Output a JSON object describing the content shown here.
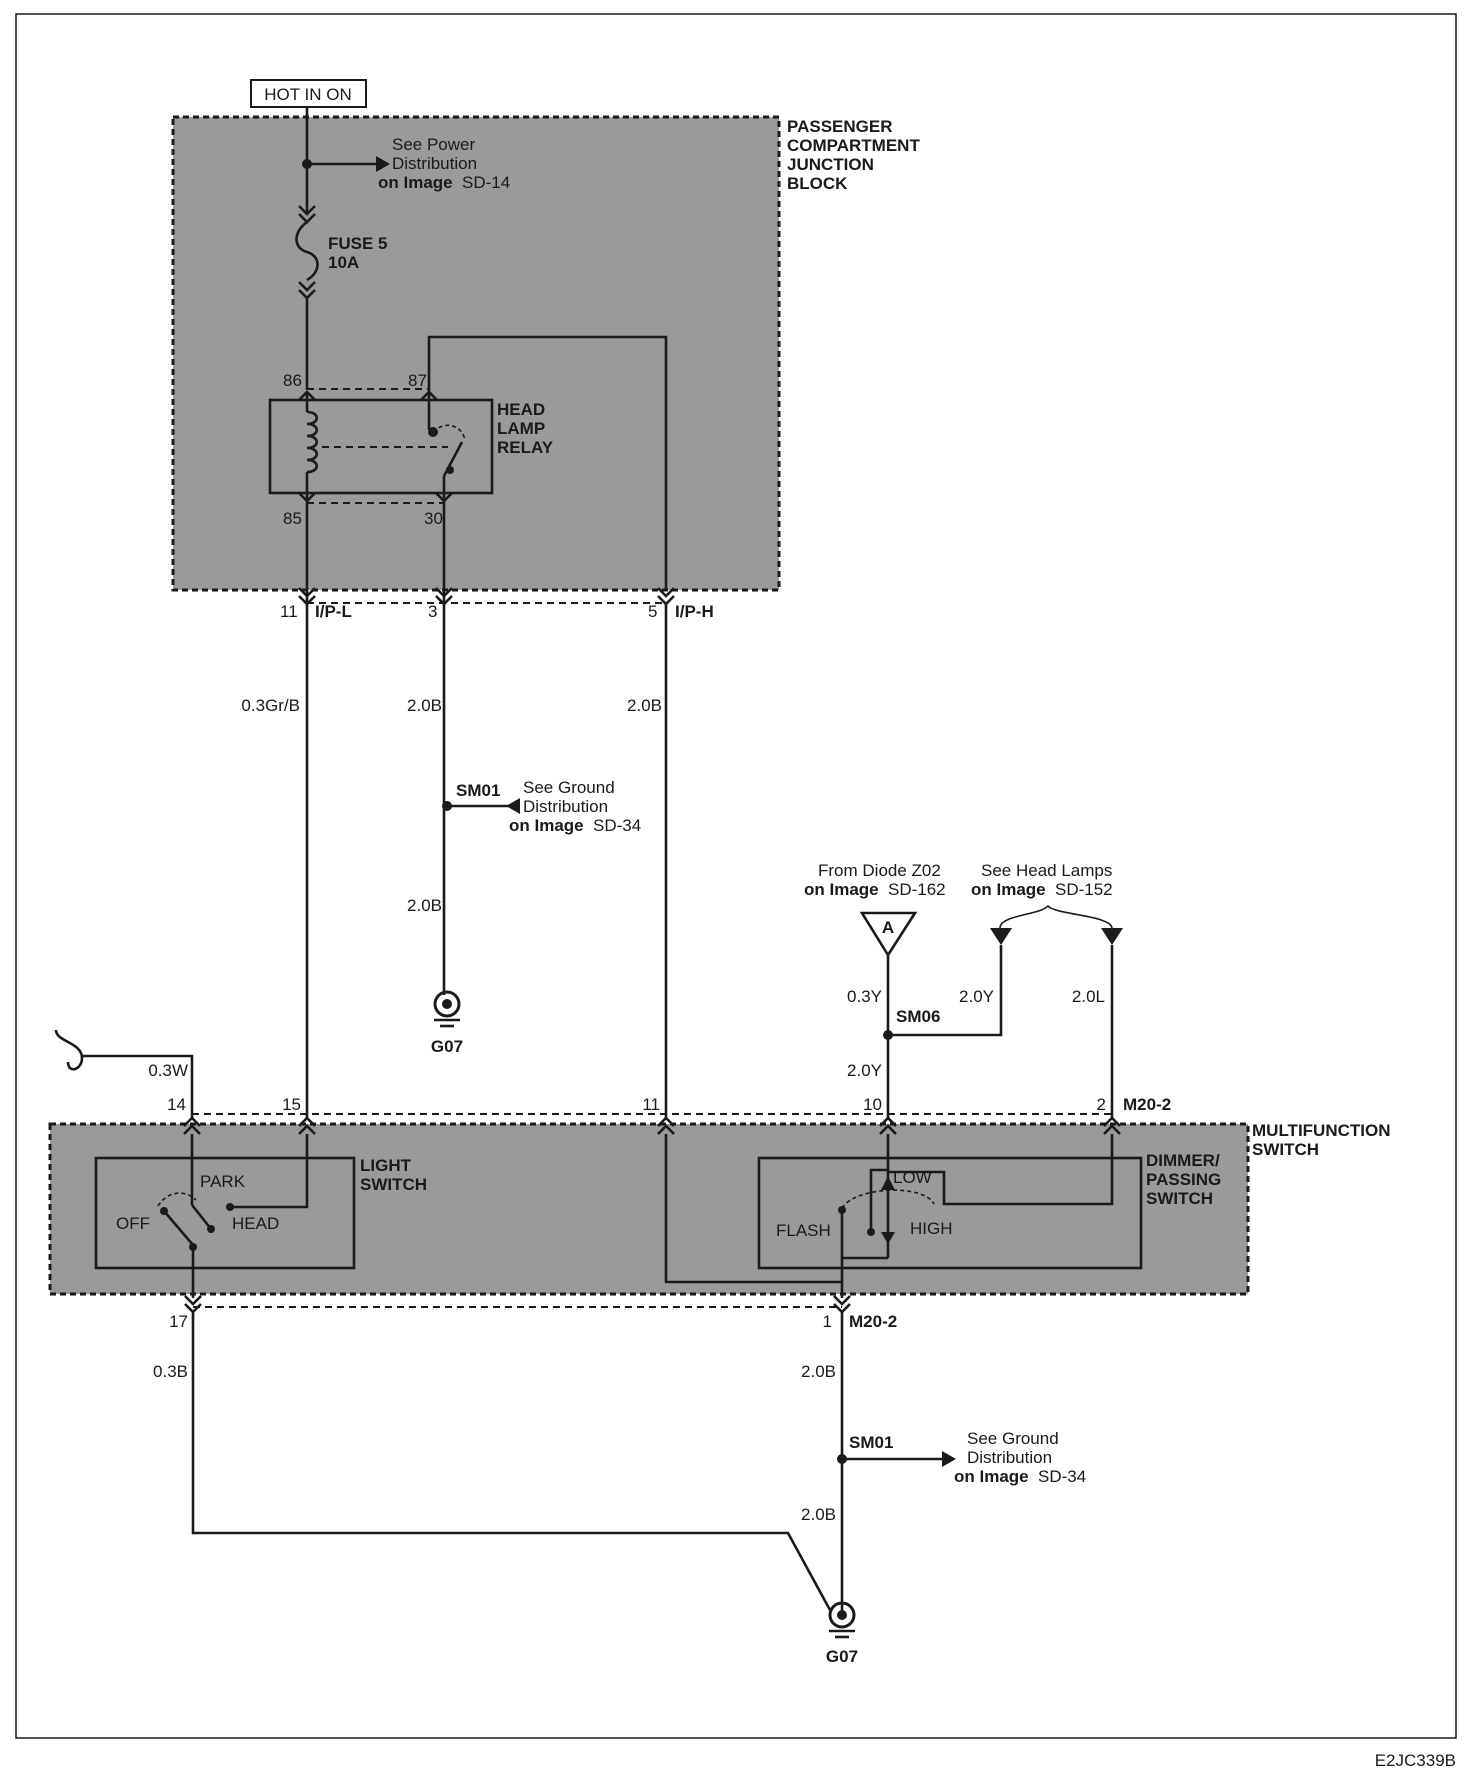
{
  "image_code": "E2JC339B",
  "hot_label": "HOT IN ON",
  "junction_block": {
    "name": "PASSENGER COMPARTMENT JUNCTION BLOCK",
    "lines": [
      "PASSENGER",
      "COMPARTMENT",
      "JUNCTION",
      "BLOCK"
    ]
  },
  "power_ref": {
    "lines": [
      "See Power",
      "Distribution"
    ],
    "on_image": "on Image",
    "page": "SD-14"
  },
  "fuse": {
    "name": "FUSE 5",
    "rating": "10A"
  },
  "relay": {
    "lines": [
      "HEAD",
      "LAMP",
      "RELAY"
    ],
    "pins": {
      "p86": "86",
      "p87": "87",
      "p85": "85",
      "p30": "30"
    }
  },
  "connectors": {
    "ip_l_pin": "11",
    "ip_l": "I/P-L",
    "ip_gnd_pin": "3",
    "ip_h_pin": "5",
    "ip_h": "I/P-H",
    "m20_top": "M20-2",
    "m20_bottom": "M20-2",
    "mf_pins": {
      "p14": "14",
      "p15": "15",
      "p11": "11",
      "p10": "10",
      "p2": "2",
      "p17": "17",
      "p1": "1"
    }
  },
  "wires": {
    "w_grb": "0.3Gr/B",
    "w_2b_a": "2.0B",
    "w_2b_b": "2.0B",
    "w_2b_c": "2.0B",
    "w_03w": "0.3W",
    "w_03y": "0.3Y",
    "w_20y_right": "2.0Y",
    "w_20l": "2.0L",
    "w_20y_down": "2.0Y",
    "w_03b": "0.3B",
    "w_2b_d": "2.0B",
    "w_2b_e": "2.0B"
  },
  "splices": {
    "sm01_top": "SM01",
    "sm06": "SM06",
    "sm01_bottom": "SM01"
  },
  "ground_ref_top": {
    "lines": [
      "See Ground",
      "Distribution"
    ],
    "on_image": "on Image",
    "page": "SD-34"
  },
  "ground_ref_bottom": {
    "lines": [
      "See Ground",
      "Distribution"
    ],
    "on_image": "on Image",
    "page": "SD-34"
  },
  "grounds": {
    "g07_top": "G07",
    "g07_bottom": "G07"
  },
  "diode_ref": {
    "line1": "From Diode Z02",
    "on_image": "on Image",
    "page": "SD-162",
    "connector_letter": "A"
  },
  "headlamp_ref": {
    "line1": "See Head Lamps",
    "on_image": "on Image",
    "page": "SD-152"
  },
  "multifunction_switch": {
    "lines": [
      "MULTIFUNCTION",
      "SWITCH"
    ]
  },
  "light_switch": {
    "lines": [
      "LIGHT",
      "SWITCH"
    ],
    "positions": {
      "off": "OFF",
      "park": "PARK",
      "head": "HEAD"
    }
  },
  "dimmer_switch": {
    "lines": [
      "DIMMER/",
      "PASSING",
      "SWITCH"
    ],
    "positions": {
      "low": "LOW",
      "flash": "FLASH",
      "high": "HIGH"
    }
  }
}
